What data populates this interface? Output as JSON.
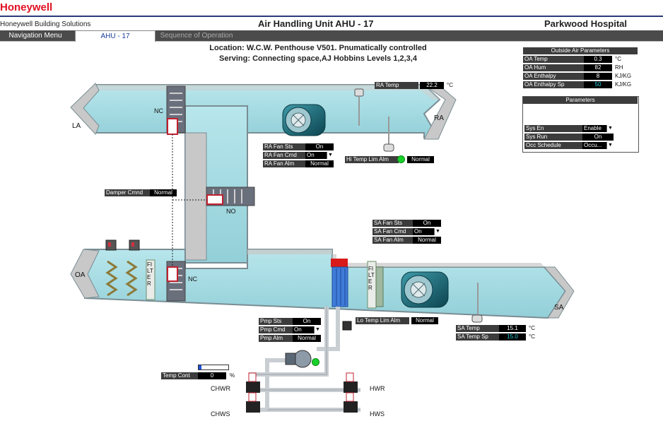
{
  "brand": "Honeywell",
  "subtitle": "Honeywell Building Solutions",
  "title": "Air Handling Unit AHU - 17",
  "site": "Parkwood Hospital",
  "tabs": [
    "Navigation Menu",
    "AHU - 17",
    "Sequence of Operation"
  ],
  "location_line1": "Location: W.C.W. Penthouse V501. Pnumatically controlled",
  "location_line2": "Serving: Connecting space,AJ Hobbins Levels 1,2,3,4",
  "outside_air": {
    "header": "Outside Air Parameters",
    "rows": [
      {
        "label": "OA Temp",
        "value": "0.3",
        "unit": "°C"
      },
      {
        "label": "OA Hum",
        "value": "82",
        "unit": "RH"
      },
      {
        "label": "OA Enthalpy",
        "value": "8",
        "unit": "KJ/KG"
      },
      {
        "label": "OA Enthalpy Sp",
        "value": "50",
        "unit": "KJ/KG"
      }
    ]
  },
  "parameters": {
    "header": "Parameters",
    "rows": [
      {
        "label": "Sys En",
        "value": "Enable"
      },
      {
        "label": "Sys Run",
        "value": "On"
      },
      {
        "label": "Occ Schedule",
        "value": "Occu..."
      }
    ]
  },
  "ra_temp": {
    "label": "RA Temp",
    "value": "22.2",
    "unit": "°C"
  },
  "ra_fan": {
    "sts_label": "RA Fan Sts",
    "sts_value": "On",
    "cmd_label": "RA Fan Cmd",
    "cmd_value": "On",
    "alm_label": "RA Fan Alm",
    "alm_value": "Normal"
  },
  "hi_temp": {
    "label": "Hi Temp Lim Alm",
    "value": "Normal"
  },
  "damper": {
    "label": "Damper Cmnd",
    "value": "Normal"
  },
  "sa_fan": {
    "sts_label": "SA Fan Sts",
    "sts_value": "On",
    "cmd_label": "SA Fan Cmd",
    "cmd_value": "On",
    "alm_label": "SA Fan Alm",
    "alm_value": "Normal"
  },
  "lo_temp": {
    "label": "Lo Temp Lim Alm",
    "value": "Normal"
  },
  "sa_temp": {
    "label": "SA Temp",
    "value": "15.1",
    "unit": "°C"
  },
  "sa_temp_sp": {
    "label": "SA Temp Sp",
    "value": "15.0",
    "unit": "°C"
  },
  "pump": {
    "sts_label": "Pmp Sts",
    "sts_value": "On",
    "cmd_label": "Pmp Cmd",
    "cmd_value": "On",
    "alm_label": "Pmp Alm",
    "alm_value": "Normal"
  },
  "temp_cont": {
    "label": "Temp Cont",
    "value": "0",
    "unit": "%",
    "level_percent": 0
  },
  "duct_labels": {
    "la": "LA",
    "ra": "RA",
    "oa": "OA",
    "sa": "SA",
    "nc1": "NC",
    "no": "NO",
    "nc2": "NC"
  },
  "filter_label": "FILTER",
  "pipe_labels": {
    "chwr": "CHWR",
    "chws": "CHWS",
    "hwr": "HWR",
    "hws": "HWS"
  },
  "colors": {
    "duct": "#a9dde4",
    "duct_edge": "#7a8d93",
    "alarm_ok": "#18d12a",
    "setpoint_text": "#2ad2e0",
    "brand": "#e01020"
  }
}
